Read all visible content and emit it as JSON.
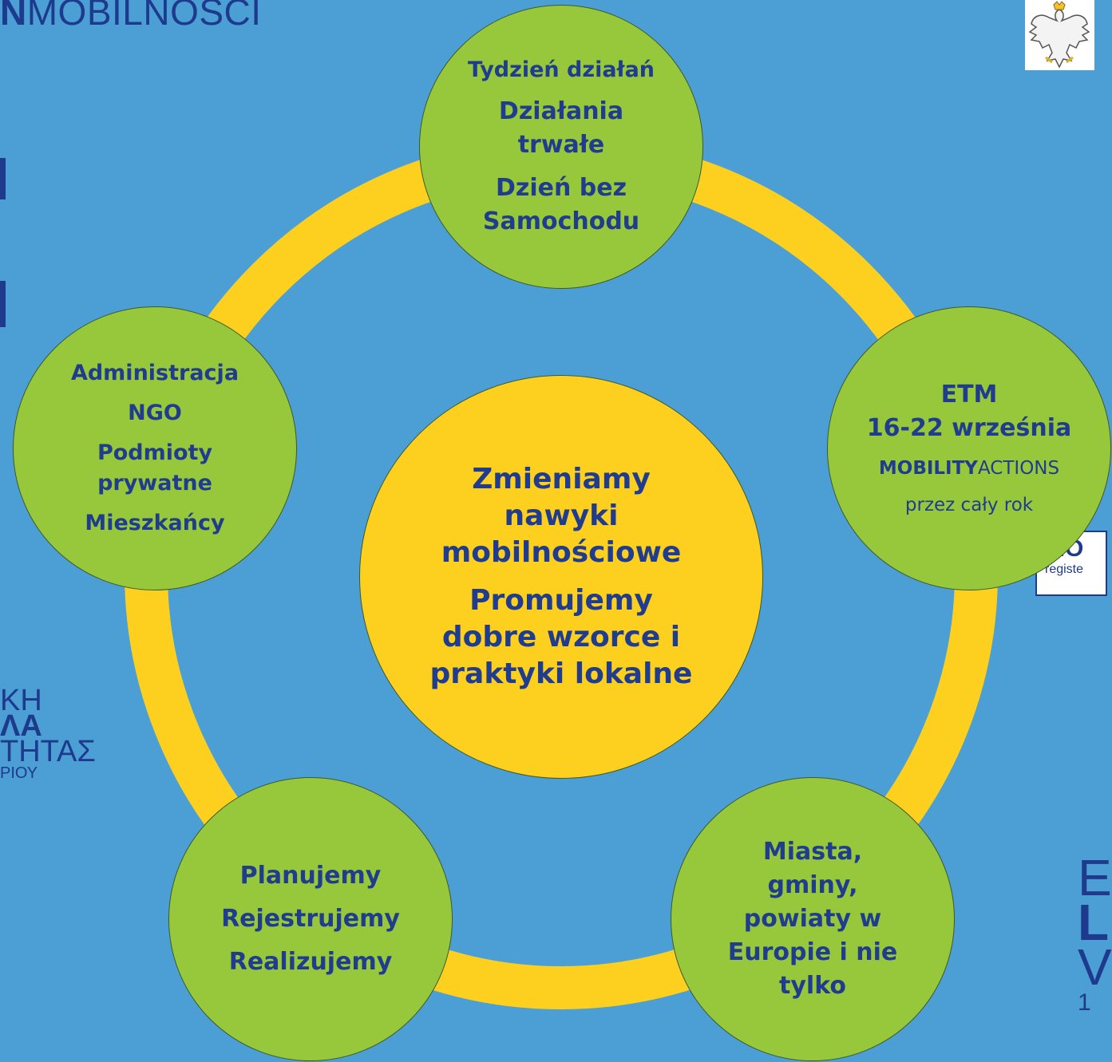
{
  "header": {
    "title_bold": "N",
    "title_rest": "MOBILNOŚCI"
  },
  "colors": {
    "background": "#4b9fd5",
    "ring": "#fdd01f",
    "green": "#97c83c",
    "yellow": "#fdd01f",
    "text": "#1f3c8f"
  },
  "center": {
    "line1": "Zmieniamy",
    "line2": "nawyki",
    "line3": "mobilnościowe",
    "line4": "Promujemy",
    "line5": "dobre wzorce i",
    "line6": "praktyki lokalne"
  },
  "top": {
    "line1": "Tydzień działań",
    "line2": "Działania",
    "line3": "trwałe",
    "line4": "Dzień bez",
    "line5": "Samochodu"
  },
  "right": {
    "line1": "ETM",
    "line2": "16-22 września",
    "mobility_bold": "MOBILITY",
    "mobility_rest": "ACTIONS",
    "line4": "przez cały rok"
  },
  "left": {
    "line1": "Administracja",
    "line2": "NGO",
    "line3": "Podmioty",
    "line4": "prywatne",
    "line5": "Mieszkańcy"
  },
  "bottom_left": {
    "line1": "Planujemy",
    "line2": "Rejestrujemy",
    "line3": "Realizujemy"
  },
  "bottom_right": {
    "line1": "Miasta,",
    "line2": "gminy,",
    "line3": "powiaty w",
    "line4": "Europie i nie",
    "line5": "tylko"
  },
  "greek_logo": {
    "l1": "ΚΗ",
    "l2": "ΛΑ",
    "l3": "ΤΗΤΑΣ",
    "l4": "ΡΙΟΥ"
  },
  "mo_badge": {
    "l1": "MO",
    "l2": "registe"
  },
  "right_logo": {
    "l1": "E",
    "l2": "L",
    "l3": "V",
    "l4": "1"
  },
  "icons": {
    "emblem": "eagle-emblem-icon"
  }
}
